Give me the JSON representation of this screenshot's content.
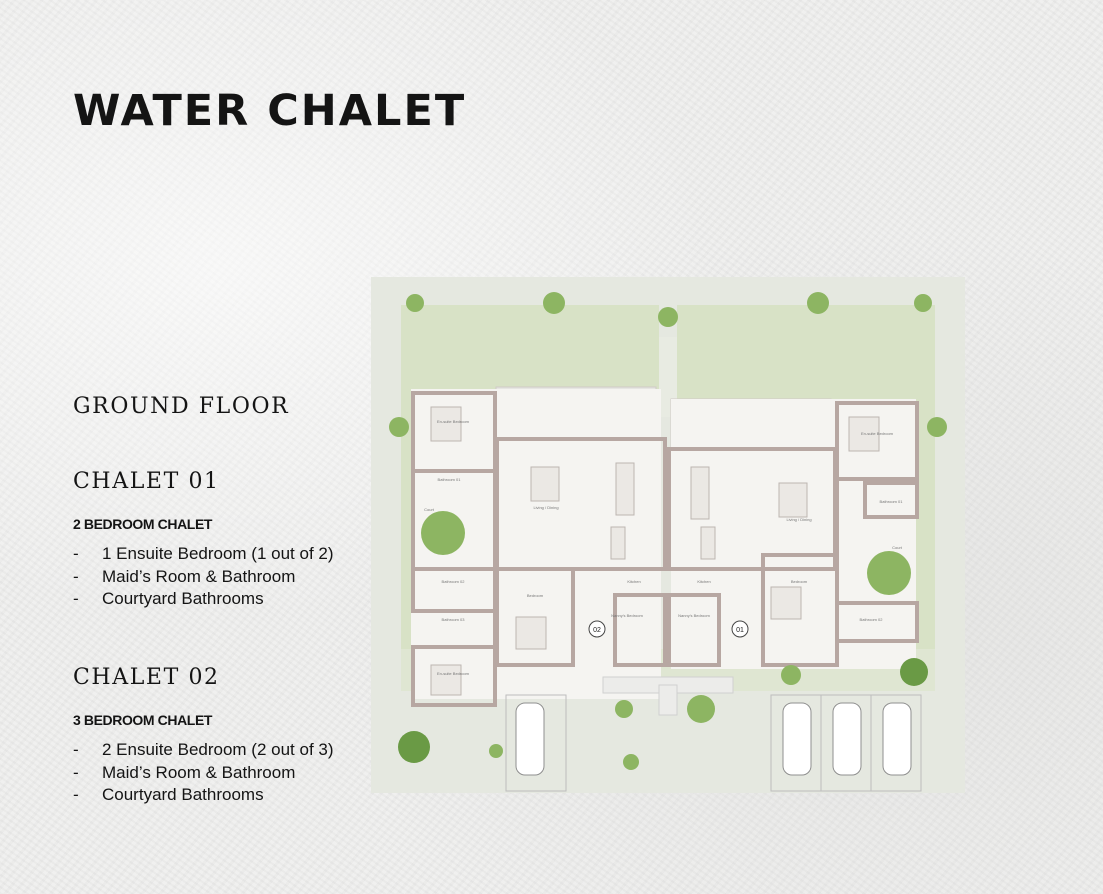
{
  "page": {
    "title": "WATER CHALET",
    "floor_label": "GROUND FLOOR"
  },
  "chalets": [
    {
      "heading": "CHALET 01",
      "type": "2 BEDROOM CHALET",
      "features": [
        "1 Ensuite Bedroom (1 out of 2)",
        "Maid’s Room & Bathroom",
        "Courtyard Bathrooms"
      ]
    },
    {
      "heading": "CHALET 02",
      "type": "3 BEDROOM CHALET",
      "features": [
        "2 Ensuite Bedroom (2 out of 3)",
        "Maid’s Room & Bathroom",
        "Courtyard Bathrooms"
      ]
    }
  ],
  "bullet_char": "-",
  "plan": {
    "unit_markers": [
      "02",
      "01"
    ],
    "room_labels": {
      "left_ensuite_top": "En-suite Bedroom",
      "left_bathroom_top": "Bathroom 01",
      "left_court": "Court",
      "left_bathroom_2": "Bathroom 02",
      "left_bathroom_3": "Bathroom 03",
      "left_ensuite_bottom": "En-suite Bedroom",
      "left_living": "Living / Dining",
      "left_bedroom": "Bedroom",
      "left_kitchen": "Kitchen",
      "left_nanny": "Nanny's Bedroom",
      "right_ensuite": "En-suite Bedroom",
      "right_bathroom_1": "Bathroom 01",
      "right_court": "Court",
      "right_bedroom": "Bedroom",
      "right_bathroom_2": "Bathroom 02",
      "right_living": "Living / Dining",
      "right_kitchen": "Kitchen",
      "right_nanny": "Nanny's Bedroom"
    },
    "colors": {
      "paper": "#e5e8e0",
      "lawn": "#d8e2c6",
      "wall": "#b7a7a2",
      "floor": "#f5f4f1",
      "tree": "#8db562",
      "tree_dark": "#6a9a45"
    }
  }
}
